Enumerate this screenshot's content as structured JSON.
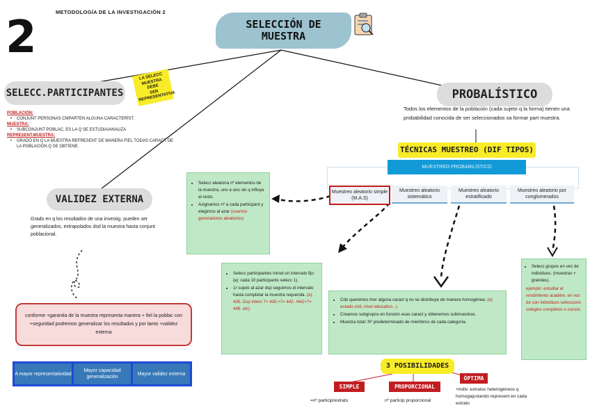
{
  "header": {
    "number": "2",
    "course": "METODOLOGÍA DE LA INVESTIGACIÓN 2",
    "title": "SELECCIÓN DE\nMUESTRA"
  },
  "left": {
    "section_title": "SELECC.PARTICIPANTES",
    "note": "LA SELECC\nMUESTRA\nDEBE\nSER\nREPRESENTATIVA",
    "definitions": [
      {
        "term": "POBLACIÓN:",
        "text": "CONJUNT PERSONAS CMPARTEN ALGUNA CARACTERÍST."
      },
      {
        "term": "MUESTRA:",
        "text": "SUBCONJUNT POBLAC. ES LA Q SE ESTUDIA/ANALIZA"
      },
      {
        "term": "REPRESENT.MUESTRA:",
        "text": "GRADO EN Q LA MUESTRA REFRESENT DE MANERA FIEL TODAS CARACT DE LA POBLACIÓN Q SE OBTIENE."
      }
    ],
    "validez_title": "VALIDEZ EXTERNA",
    "validez_text": "Grado en q los resultados de una investig. pueden ser generalizados, extrapolados dsd la muestra hasta conjunt poblacional.",
    "conclusion": "conforme +garantia de la muestra representa manera + fiel la poblac con +seguridad podremos generalizar los resultados y por tanto +validez externa",
    "bar": [
      "A mayor representatividad",
      "Mayor capacidad generalización",
      "Mayor validez externa"
    ]
  },
  "right": {
    "title": "PROBALÍSTICO",
    "description": "Todos los elementos de la población (cada sujeto q la forma) tienen una probabilidad conocida de ser seleccionados xa formar part muestra.",
    "tecnicas": "TÉCNICAS MUESTREO (DIF TIPOS)",
    "mp_header": "MUESTREO PROBABILÍSTICO",
    "mp_items": [
      "Muestreo aleatorio simple (M.A.S)",
      "Muestreo aleatorio sistemático",
      "Muestreo aleatorio estratificado",
      "Muestreo aleatorio por conglomerados"
    ]
  },
  "boxes": {
    "simple": {
      "b1": "Selecc aleatoria nº elementos de la muestra, uno a uno sin q influya al resto.",
      "b2a": "Asignamos nº a cada participant y elegimos al azar ",
      "b2b": "(usamos generadores aleatorios)"
    },
    "sistematico": {
      "b1": "Selecc participantes introd un intervalo fijo (ej: cada 10 participants selecc 1).",
      "b2a": "1r sujeto al azar dsp seguimos el intervalo hasta completar la muestra requerida. ",
      "b2b": "(ej: 435. Dsp interv 7= 435.+7= 442. /442+7= 449. etc)"
    },
    "estratificado": {
      "b1a": "Cdo queremos tner alguna caract q no se distribuye de manera homogénea. ",
      "b1b": "(ej: estado civil, nivel educativo...)",
      "b2": "Creamos subgrupos en función esas caract y obtenemos submuestras.",
      "b3": "Muestra total: Nº predeterminado de miembros de cada categoría."
    },
    "conglomerados": {
      "b1": "Selecc grupos en vez de individuos. (muestras + grandes).",
      "example": "ejemplo: estudiar el rendimiento académ. en vez de con individuos seleccionó colegios completos o cursos."
    }
  },
  "posibilidades": {
    "title": "3 POSIBILIDADES",
    "simple_tag": "SIMPLE",
    "simple_text": "=nº particip/estrato",
    "prop_tag": "PROPORCIONAL",
    "prop_text": "nº particip proporcional",
    "opt_tag": "ÓPTIMA",
    "opt_text": "+indiv. estratos heterogéneos q homogajustando represent en cada estrato"
  },
  "colors": {
    "title_bg": "#9cc3cf",
    "pill_bg": "#dcdcdc",
    "highlight": "#f8ec28",
    "red": "#c11d21",
    "green_box": "#bfe9c6",
    "blue_bar": "#1f49d7",
    "mp_header": "#129ad6"
  }
}
